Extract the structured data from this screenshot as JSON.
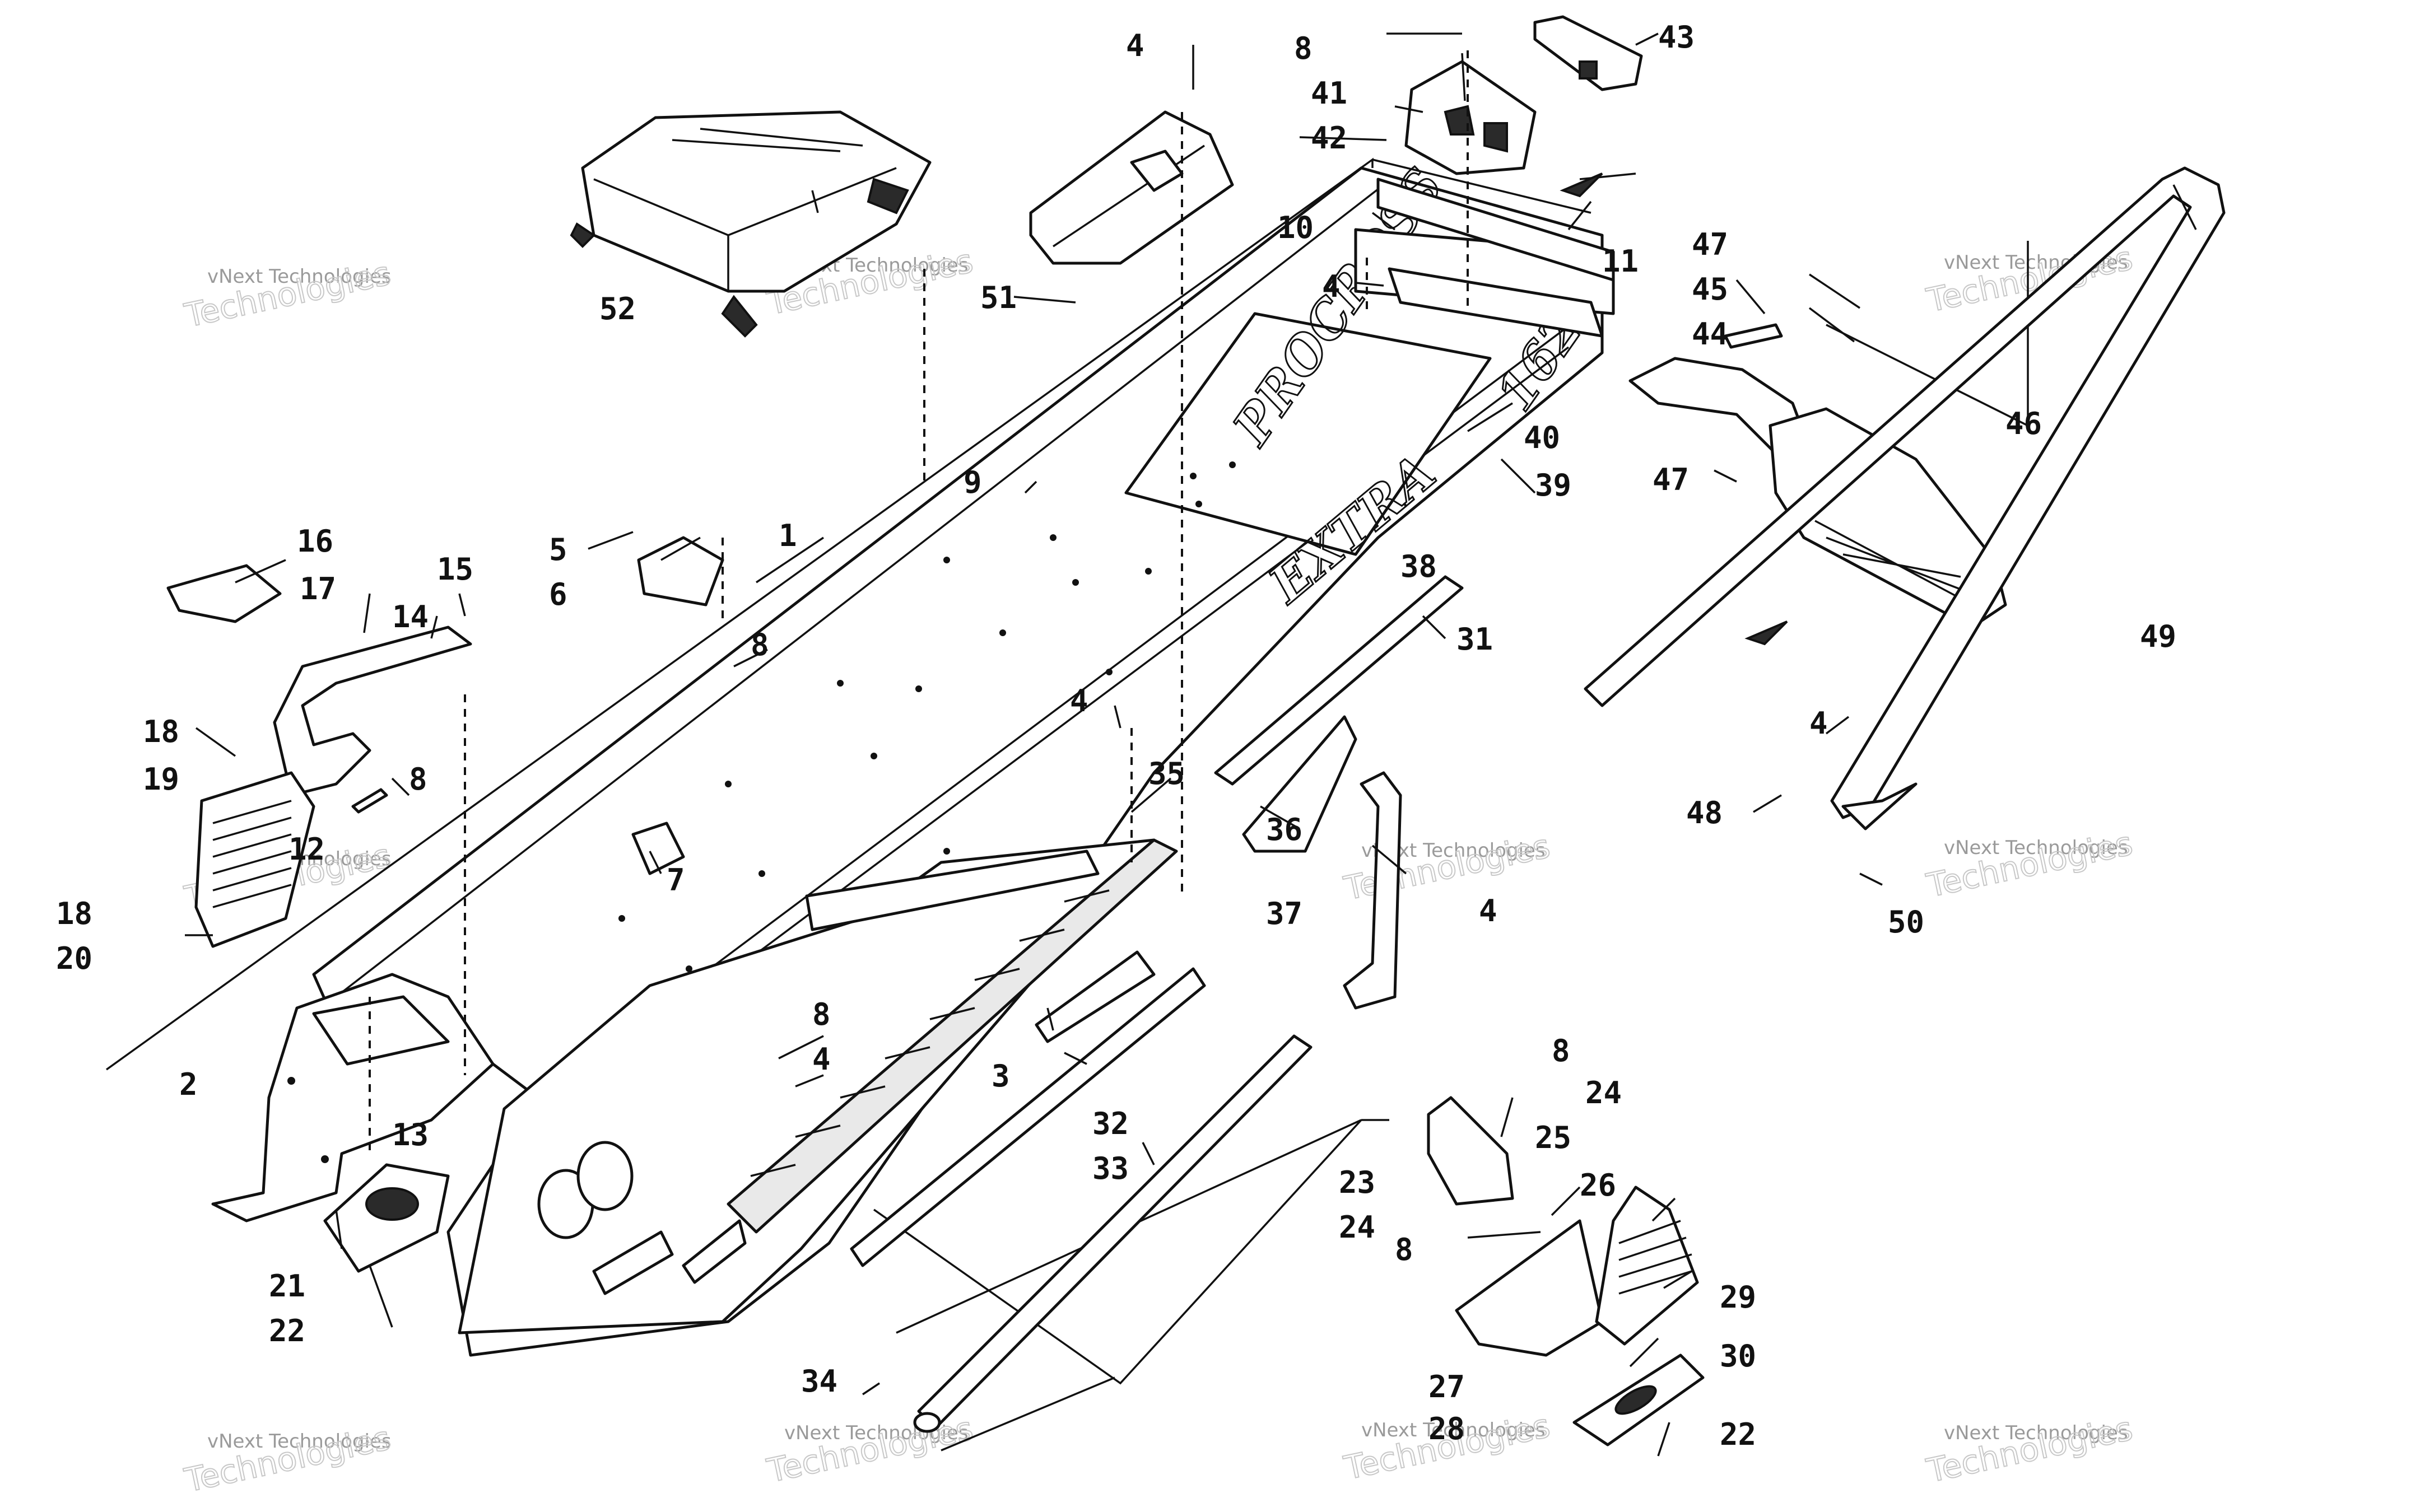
{
  "watermark": {
    "line1": "vNext Technologies",
    "line2": "Technologies"
  },
  "decals": {
    "tunnel_logo": "PROCROSS",
    "model_badge": "162",
    "side_script": "EXTRA"
  },
  "callouts": [
    {
      "id": "c1",
      "text": "1"
    },
    {
      "id": "c2",
      "text": "2"
    },
    {
      "id": "c3",
      "text": "3"
    },
    {
      "id": "c4a",
      "text": "4"
    },
    {
      "id": "c4b",
      "text": "4"
    },
    {
      "id": "c4c",
      "text": "4"
    },
    {
      "id": "c4d",
      "text": "4"
    },
    {
      "id": "c4e",
      "text": "4"
    },
    {
      "id": "c4f",
      "text": "4"
    },
    {
      "id": "c5",
      "text": "5"
    },
    {
      "id": "c6",
      "text": "6"
    },
    {
      "id": "c7",
      "text": "7"
    },
    {
      "id": "c8a",
      "text": "8"
    },
    {
      "id": "c8b",
      "text": "8"
    },
    {
      "id": "c8c",
      "text": "8"
    },
    {
      "id": "c8d",
      "text": "8"
    },
    {
      "id": "c8e",
      "text": "8"
    },
    {
      "id": "c8f",
      "text": "8"
    },
    {
      "id": "c9",
      "text": "9"
    },
    {
      "id": "c10",
      "text": "10"
    },
    {
      "id": "c11",
      "text": "11"
    },
    {
      "id": "c12",
      "text": "12"
    },
    {
      "id": "c13",
      "text": "13"
    },
    {
      "id": "c14",
      "text": "14"
    },
    {
      "id": "c15",
      "text": "15"
    },
    {
      "id": "c16",
      "text": "16"
    },
    {
      "id": "c17",
      "text": "17"
    },
    {
      "id": "c18a",
      "text": "18"
    },
    {
      "id": "c18b",
      "text": "18"
    },
    {
      "id": "c19",
      "text": "19"
    },
    {
      "id": "c20",
      "text": "20"
    },
    {
      "id": "c21",
      "text": "21"
    },
    {
      "id": "c22a",
      "text": "22"
    },
    {
      "id": "c22b",
      "text": "22"
    },
    {
      "id": "c23",
      "text": "23"
    },
    {
      "id": "c24a",
      "text": "24"
    },
    {
      "id": "c24b",
      "text": "24"
    },
    {
      "id": "c25",
      "text": "25"
    },
    {
      "id": "c26",
      "text": "26"
    },
    {
      "id": "c27",
      "text": "27"
    },
    {
      "id": "c28",
      "text": "28"
    },
    {
      "id": "c29",
      "text": "29"
    },
    {
      "id": "c30",
      "text": "30"
    },
    {
      "id": "c31",
      "text": "31"
    },
    {
      "id": "c32",
      "text": "32"
    },
    {
      "id": "c33",
      "text": "33"
    },
    {
      "id": "c34",
      "text": "34"
    },
    {
      "id": "c35",
      "text": "35"
    },
    {
      "id": "c36",
      "text": "36"
    },
    {
      "id": "c37",
      "text": "37"
    },
    {
      "id": "c38",
      "text": "38"
    },
    {
      "id": "c39",
      "text": "39"
    },
    {
      "id": "c40",
      "text": "40"
    },
    {
      "id": "c41",
      "text": "41"
    },
    {
      "id": "c42",
      "text": "42"
    },
    {
      "id": "c43",
      "text": "43"
    },
    {
      "id": "c44",
      "text": "44"
    },
    {
      "id": "c45",
      "text": "45"
    },
    {
      "id": "c46",
      "text": "46"
    },
    {
      "id": "c47a",
      "text": "47"
    },
    {
      "id": "c47b",
      "text": "47"
    },
    {
      "id": "c48",
      "text": "48"
    },
    {
      "id": "c49",
      "text": "49"
    },
    {
      "id": "c50",
      "text": "50"
    },
    {
      "id": "c51",
      "text": "51"
    },
    {
      "id": "c52",
      "text": "52"
    }
  ]
}
